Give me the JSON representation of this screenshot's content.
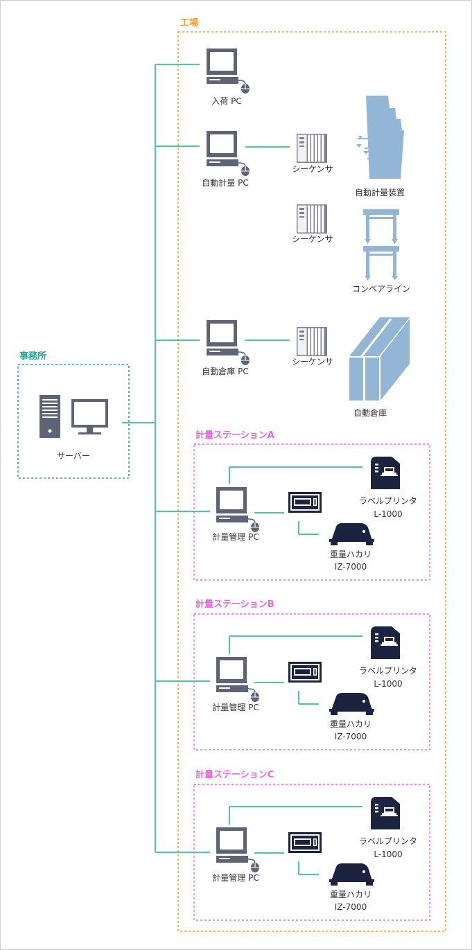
{
  "colors": {
    "line": "#5bbfae",
    "factory": "#f0a030",
    "office": "#2aa79b",
    "station": "#ea68e0",
    "pc": "#5f6378",
    "device": "#1b2340",
    "machine": "#94b6d6"
  },
  "groups": {
    "factory": "工場",
    "office": "事務所",
    "station_a": "計量ステーションA",
    "station_b": "計量ステーションB",
    "station_c": "計量ステーションC"
  },
  "labels": {
    "server": "サーバー",
    "arrival_pc": "入荷 PC",
    "auto_weigh_pc": "自動計量 PC",
    "auto_warehouse_pc": "自動倉庫 PC",
    "sequencer": "シーケンサ",
    "auto_weigh_device": "自動計量装置",
    "conveyor": "コンベアライン",
    "auto_warehouse": "自動倉庫",
    "weigh_mgmt_pc": "計量管理 PC",
    "label_printer": "ラベルプリンタ",
    "printer_model": "L-1000",
    "scale": "重量ハカリ",
    "scale_model": "IZ-7000"
  }
}
